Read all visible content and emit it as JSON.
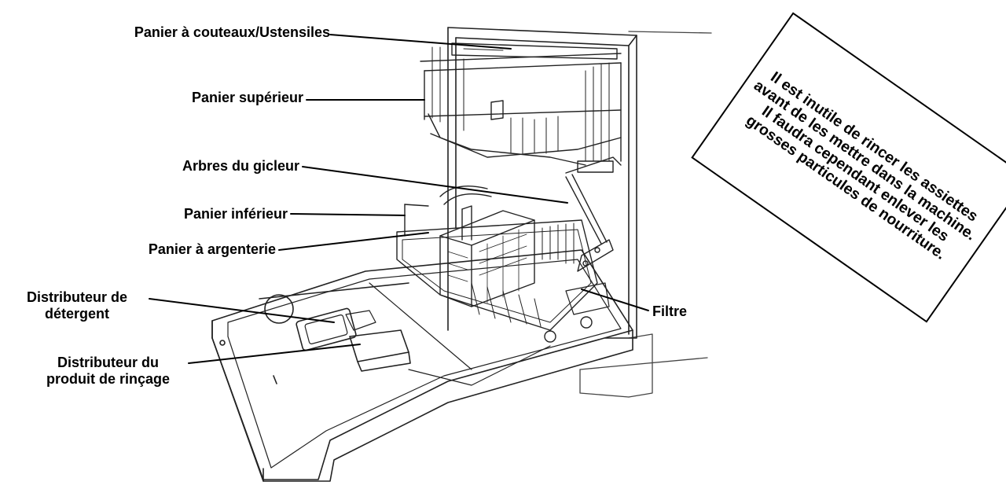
{
  "labels": {
    "panier_couteaux": "Panier à couteaux/Ustensiles",
    "panier_superieur": "Panier supérieur",
    "arbres_gicleur": "Arbres du gicleur",
    "panier_inferieur": "Panier inférieur",
    "panier_argenterie": "Panier à argenterie",
    "distributeur_detergent_1": "Distributeur de",
    "distributeur_detergent_2": "détergent",
    "distributeur_rincage_1": "Distributeur du",
    "distributeur_rincage_2": "produit de rinçage",
    "filtre": "Filtre"
  },
  "note": {
    "lines": [
      "Il est inutile de rincer les assiettes",
      "avant de les mettre dans la machine.",
      "Il faudra cependant enlever les",
      "grosses particules de nourriture."
    ]
  }
}
